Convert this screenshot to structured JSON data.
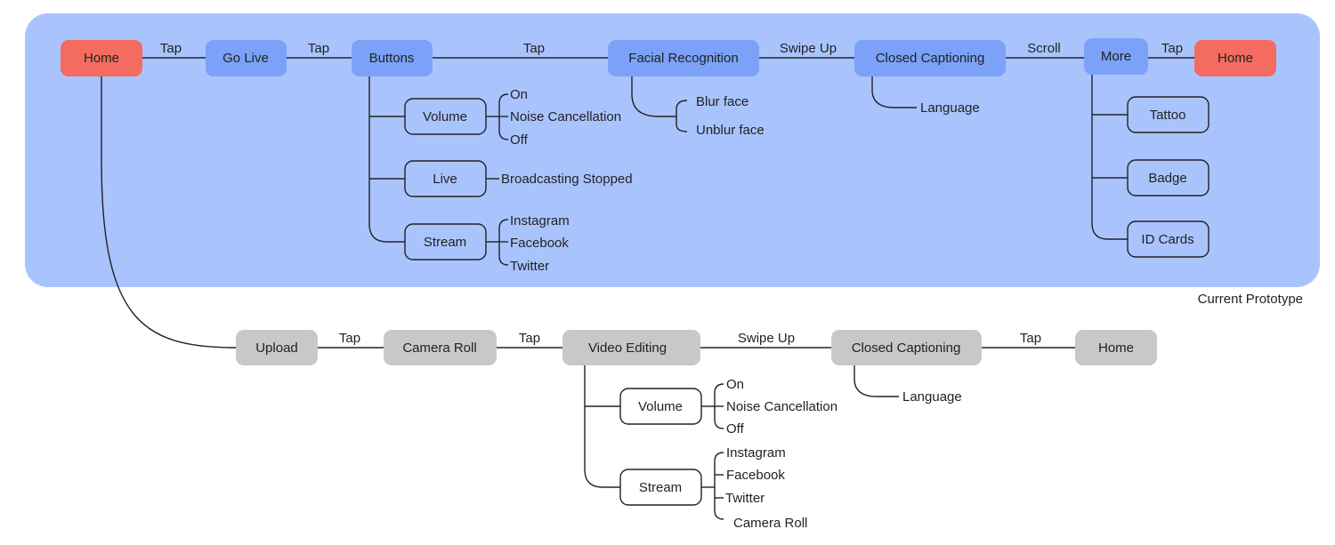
{
  "colors": {
    "region_fill": "#a9c4fd",
    "primary_node": "#7ba2f8",
    "home_node": "#f36c5f",
    "upload_node": "#c8c8c8",
    "outline_node": "#ffffff",
    "line": "#222222"
  },
  "region": {
    "caption": "Current Prototype"
  },
  "current": {
    "home": "Home",
    "go_live": "Go Live",
    "buttons": "Buttons",
    "facial_recognition": "Facial Recognition",
    "closed_captioning": "Closed Captioning",
    "more": "More",
    "home_end": "Home",
    "edge_home_golive": "Tap",
    "edge_golive_buttons": "Tap",
    "edge_buttons_facial": "Tap",
    "edge_facial_cc": "Swipe Up",
    "edge_cc_more": "Scroll",
    "edge_more_home": "Tap",
    "volume": "Volume",
    "volume_options": [
      "On",
      "Noise Cancellation",
      "Off"
    ],
    "live": "Live",
    "live_option": "Broadcasting Stopped",
    "stream": "Stream",
    "stream_options": [
      "Instagram",
      "Facebook",
      "Twitter"
    ],
    "blur_options": [
      "Blur face",
      "Unblur face"
    ],
    "cc_language": "Language",
    "more_items": [
      "Tattoo",
      "Badge",
      "ID Cards"
    ]
  },
  "upload_flow": {
    "upload": "Upload",
    "camera_roll": "Camera Roll",
    "video_editing": "Video Editing",
    "closed_captioning": "Closed Captioning",
    "home": "Home",
    "edge_upload_camera": "Tap",
    "edge_camera_video": "Tap",
    "edge_video_cc": "Swipe Up",
    "edge_cc_home": "Tap",
    "volume": "Volume",
    "volume_options": [
      "On",
      "Noise Cancellation",
      "Off"
    ],
    "stream": "Stream",
    "stream_options": [
      "Instagram",
      "Facebook",
      "Twitter",
      "Camera Roll"
    ],
    "cc_language": "Language"
  }
}
